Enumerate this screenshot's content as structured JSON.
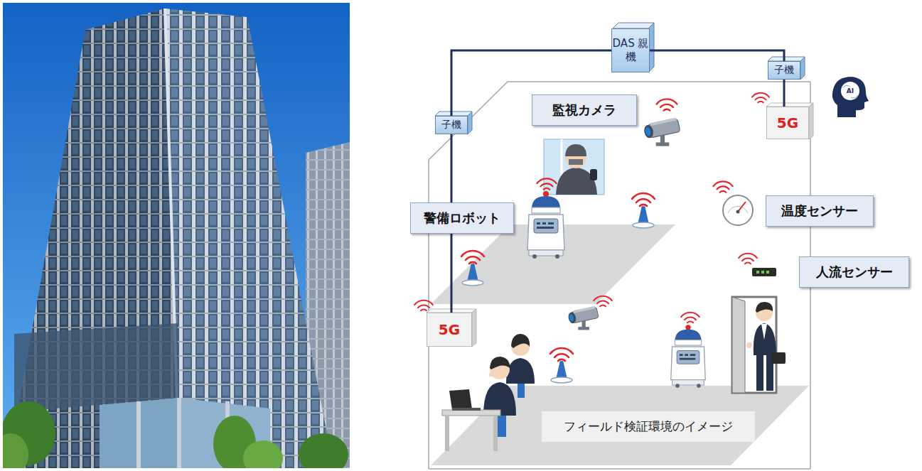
{
  "diagram": {
    "nodes": [
      {
        "text": [
          "DAS 親機"
        ]
      },
      {
        "text": [
          "子機"
        ]
      },
      {
        "text": [
          "監視カメラ"
        ]
      },
      {
        "text": [
          "子機"
        ]
      },
      {
        "text": [
          "5G"
        ]
      },
      {
        "text": [
          "温度センサー"
        ]
      },
      {
        "text": [
          "警備ロボット"
        ]
      },
      {
        "text": [
          "人流センサー"
        ]
      },
      {
        "text": [
          "5G"
        ]
      },
      {
        "text": [
          "フィールド検証環境のイメージ"
        ]
      }
    ],
    "edges": [
      {
        "from": 0,
        "to": 3,
        "arrow": "none"
      },
      {
        "from": 0,
        "to": 1,
        "arrow": "none"
      },
      {
        "from": 3,
        "to": 8,
        "arrow": "none"
      },
      {
        "from": 1,
        "to": 4,
        "arrow": "none"
      }
    ],
    "labels": [
      "AI"
    ]
  }
}
